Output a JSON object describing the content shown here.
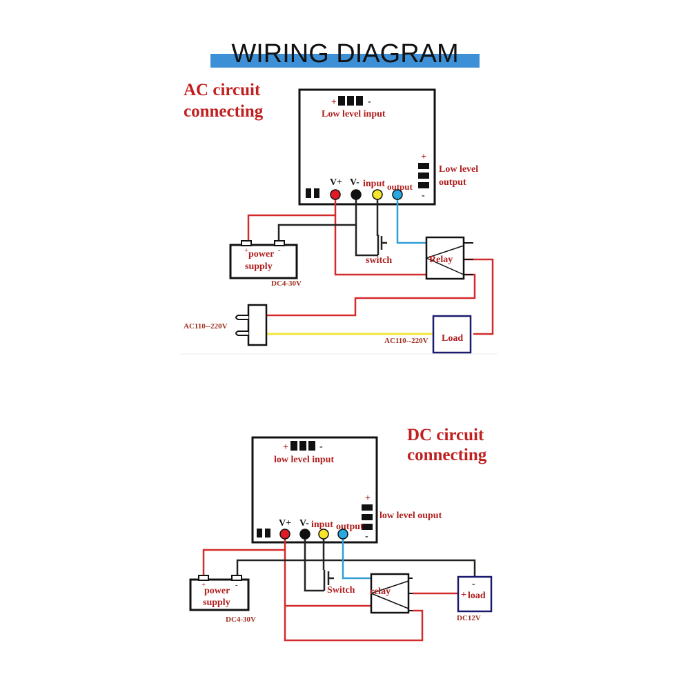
{
  "title": "WIRING DIAGRAM",
  "colors": {
    "title_bar": "#3d8fd6",
    "heading_red": "#c0201f",
    "wire_red": "#d32a2a",
    "wire_black": "#222222",
    "wire_blue": "#2f9fd8",
    "wire_yellow": "#f2e640",
    "terminal_red": "#e01b24",
    "terminal_black": "#111111",
    "terminal_yellow": "#f5e52b",
    "terminal_blue": "#2aa8e0",
    "load_border": "#1a1a6e"
  },
  "ac": {
    "heading_line1": "AC circuit",
    "heading_line2": "connecting",
    "low_level_input": "Low level input",
    "low_level_output_line1": "Low level",
    "low_level_output_line2": "output",
    "pin_vplus": "V+",
    "pin_vminus": "V-",
    "pin_input": "input",
    "pin_output": "output",
    "power_supply_line1": "power",
    "power_supply_line2": "supply",
    "dc_range": "DC4-30V",
    "switch": "switch",
    "relay": "Relay",
    "ac_label_left": "AC110--220V",
    "ac_label_right": "AC110--220V",
    "load": "Load"
  },
  "dc": {
    "heading_line1": "DC circuit",
    "heading_line2": "connecting",
    "low_level_input": "low level input",
    "low_level_output": "low level ouput",
    "pin_vplus": "V+",
    "pin_vminus": "V-",
    "pin_input": "input",
    "pin_output": "output",
    "power_supply_line1": "power",
    "power_supply_line2": "supply",
    "dc_range": "DC4-30V",
    "switch": "Switch",
    "relay": "relay",
    "load": "load",
    "load_voltage": "DC12V"
  }
}
